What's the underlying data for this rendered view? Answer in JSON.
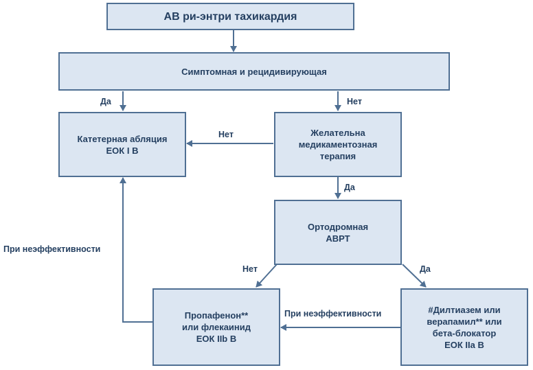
{
  "boxes": {
    "title": "АВ ри-энтри тахикардия",
    "symptomatic": "Симптомная и рецидивирующая",
    "ablation": [
      "Катетерная абляция",
      "ЕОК I В"
    ],
    "drug_therapy": [
      "Желательна",
      "медикаментозная",
      "терапия"
    ],
    "orthodromic": [
      "Ортодромная",
      "АВРТ"
    ],
    "propafenone": [
      "Пропафенон**",
      "или флекаинид",
      "ЕОК IIb В"
    ],
    "diltiazem": [
      "#Дилтиазем или",
      "верапамил** или",
      "бета-блокатор",
      "ЕОК IIa В"
    ]
  },
  "labels": {
    "yes_1": "Да",
    "no_1": "Нет",
    "no_2": "Нет",
    "yes_2": "Да",
    "no_3": "Нет",
    "yes_3": "Да",
    "ineffective_1": "При неэффективности",
    "ineffective_2": "При неэффективности"
  },
  "colors": {
    "box_fill": "#dce6f2",
    "box_border": "#4f6f93",
    "text": "#243f60",
    "arrow": "#4f6f93"
  }
}
